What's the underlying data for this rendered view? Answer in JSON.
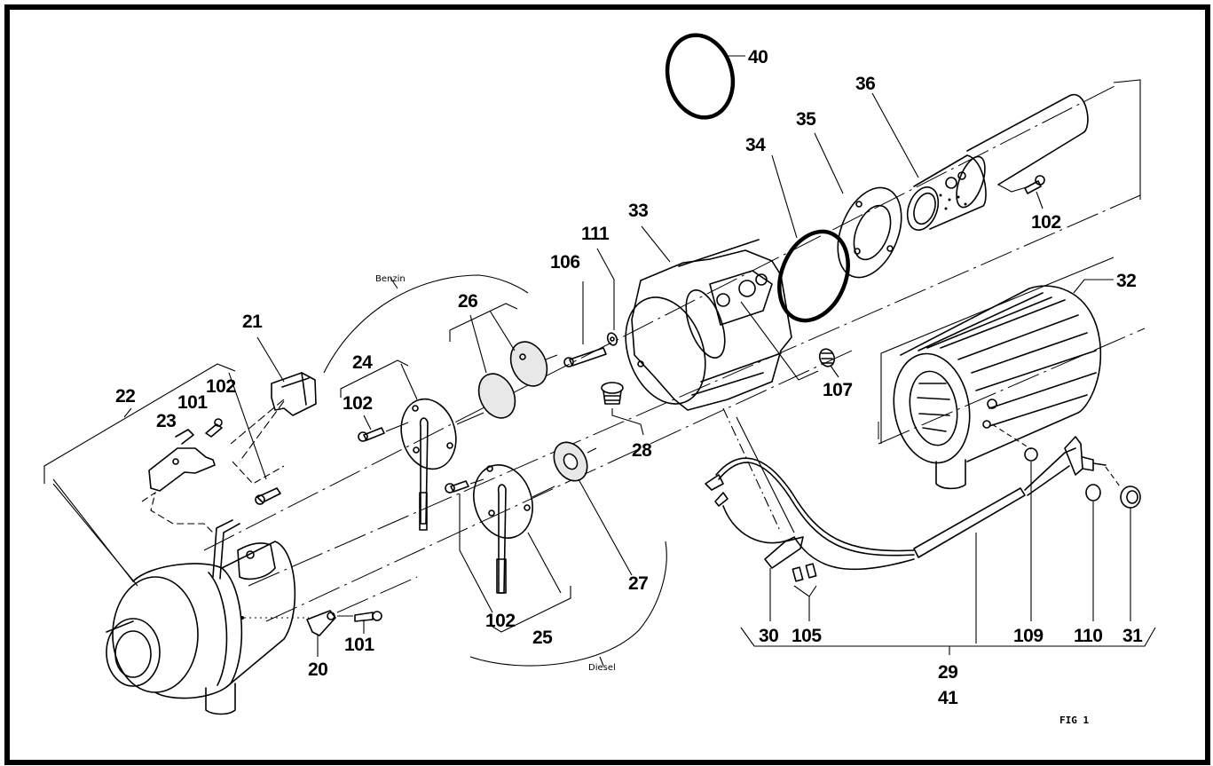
{
  "figure": {
    "caption": "FIG 1",
    "variant_labels": {
      "benzin": "Benzin",
      "diesel": "Diesel"
    }
  },
  "callouts": {
    "p20": "20",
    "p21": "21",
    "p22": "22",
    "p23": "23",
    "p24": "24",
    "p25": "25",
    "p26": "26",
    "p27": "27",
    "p28": "28",
    "p29": "29",
    "p30": "30",
    "p31": "31",
    "p32": "32",
    "p33": "33",
    "p34": "34",
    "p35": "35",
    "p36": "36",
    "p40": "40",
    "p41": "41",
    "p101a": "101",
    "p101b": "101",
    "p102a": "102",
    "p102b": "102",
    "p102c": "102",
    "p102d": "102",
    "p105": "105",
    "p106": "106",
    "p107": "107",
    "p109": "109",
    "p110": "110",
    "p111": "111"
  },
  "colors": {
    "ink": "#000000",
    "paper": "#ffffff"
  }
}
